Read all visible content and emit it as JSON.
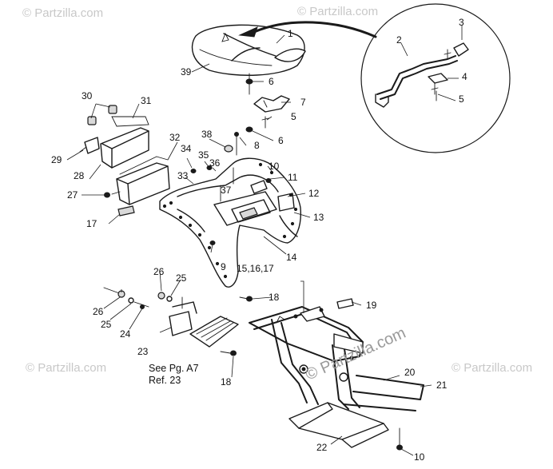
{
  "watermark": {
    "text": "© Partzilla.com"
  },
  "note": {
    "line1": "See Pg. A7",
    "line2": "Ref. 23"
  },
  "callouts": {
    "c1": "1",
    "c2": "2",
    "c3": "3",
    "c4": "4",
    "c5a": "5",
    "c5b": "5",
    "c6a": "6",
    "c6b": "6",
    "c7": "7",
    "c8": "8",
    "c9": "9",
    "c10a": "10",
    "c10b": "10",
    "c11": "11",
    "c12": "12",
    "c13": "13",
    "c14": "14",
    "c151617": "15,16,17",
    "c17": "17",
    "c18a": "18",
    "c18b": "18",
    "c19": "19",
    "c20": "20",
    "c21": "21",
    "c22": "22",
    "c23": "23",
    "c24": "24",
    "c25a": "25",
    "c25b": "25",
    "c26a": "26",
    "c26b": "26",
    "c27": "27",
    "c28": "28",
    "c29": "29",
    "c30": "30",
    "c31": "31",
    "c32": "32",
    "c33": "33",
    "c34": "34",
    "c35": "35",
    "c36": "36",
    "c37": "37",
    "c38": "38",
    "c39": "39"
  }
}
